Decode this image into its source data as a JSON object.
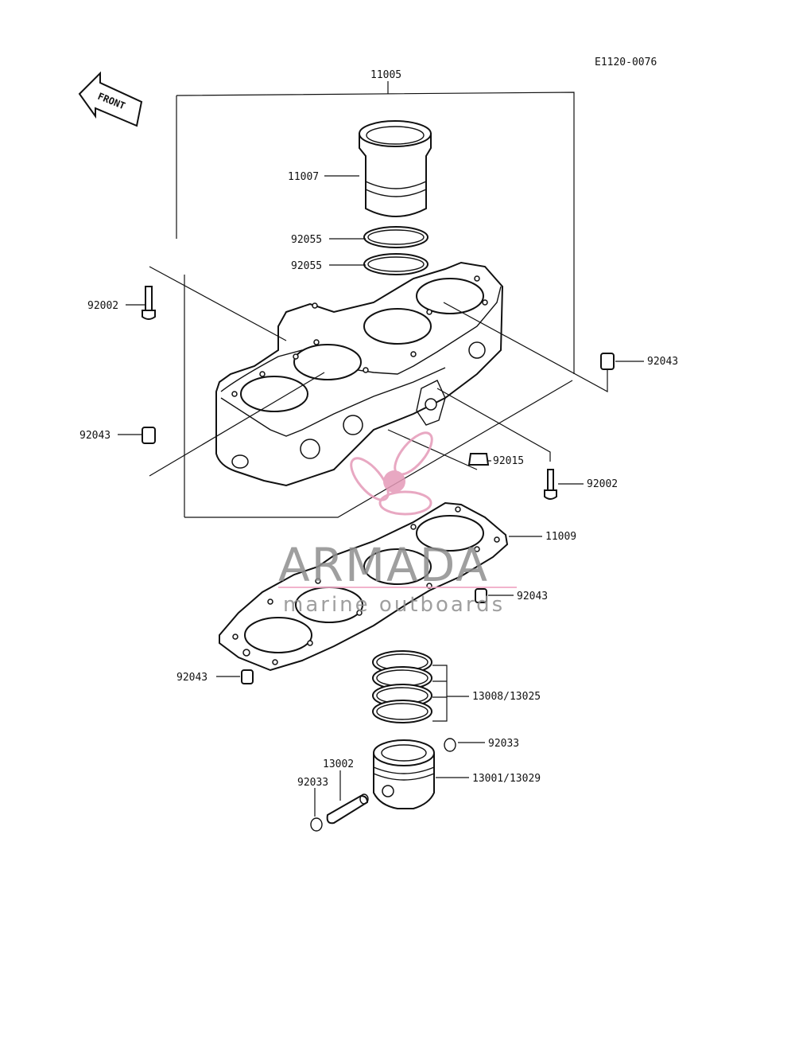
{
  "drawing_code": "E1120-0076",
  "front_arrow_label": "FRONT",
  "parts": {
    "p11005": "11005",
    "p11007": "11007",
    "p92055a": "92055",
    "p92055b": "92055",
    "p92002_left": "92002",
    "p92002_right": "92002",
    "p92043_right": "92043",
    "p92043_left": "92043",
    "p92015": "92015",
    "p11009": "11009",
    "p92043_gasket_right": "92043",
    "p92043_gasket_left": "92043",
    "p13008_13025": "13008/13025",
    "p92033_right": "92033",
    "p13002": "13002",
    "p92033_left": "92033",
    "p13001_13029": "13001/13029"
  },
  "watermark": {
    "brand": "ARMADA",
    "tagline": "marine outboards",
    "color_logo": "#e59ab8",
    "color_text": "#8f8f8f",
    "color_rule": "#f0a6c4"
  }
}
